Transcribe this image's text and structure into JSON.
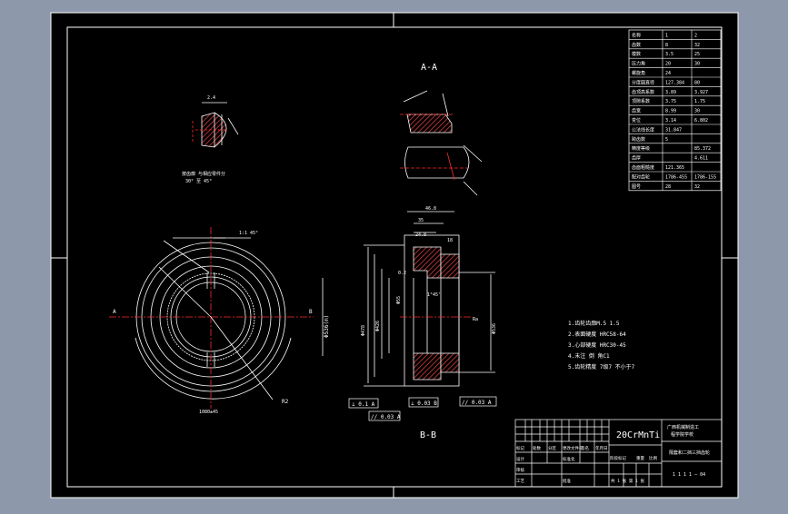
{
  "colors": {
    "background": "#8d99ab",
    "sheet": "#000000",
    "line": "#ffffff",
    "center_line": "#ff2a2a",
    "hatch": "#d23c3c",
    "dimension": "#ffffff"
  },
  "views": {
    "section_aa_label": "A-A",
    "section_bb_label": "B-B",
    "detail_dim_top": "2.4",
    "detail_note_line1": "按齿廓 与相应零件分",
    "detail_note_line2": "30° 至 45°",
    "front_dim_diameter": "Φ536(m)",
    "front_dim_bottom": "1080±45",
    "front_dim_top": "1:1 45°",
    "front_dim_r": "R2",
    "front_mark_a": "A",
    "front_mark_b": "B",
    "sect_dim_top1": "46.8",
    "sect_dim_top2": "35",
    "sect_dim_top3": "24.8",
    "sect_dim_top4": "18",
    "sect_dim_angle": "1°45'",
    "sect_dim_d1": "Φ478",
    "sect_dim_d2": "Φ426",
    "sect_dim_d3": "Φ536",
    "sect_dim_d4": "Φ55",
    "sect_dim_small": "0.2",
    "sect_ra": "Ra",
    "gdt_1": "⊥ 0.1 A",
    "gdt_2": "// 0.03 A",
    "gdt_3": "⊥ 0.03 B",
    "gdt_4": "// 0.03 A"
  },
  "notes": [
    "1.齿轮齿廓M.5 1.5",
    "2.表面硬度 HRC58-64",
    "3.心部硬度 HRC30-45",
    "4.未注 倒 角C1",
    "5.齿轮精度 7级7 不小于7"
  ],
  "param_table": {
    "header": [
      "名称",
      "1",
      "2"
    ],
    "rows": [
      [
        "齿数",
        "8",
        "32"
      ],
      [
        "模数",
        "3.5",
        "25"
      ],
      [
        "压力角",
        "20",
        "30"
      ],
      [
        "螺旋角",
        "24",
        ""
      ],
      [
        "分度圆直径",
        "127.384",
        "80"
      ],
      [
        "齿顶高系数",
        "3.89",
        "3.927"
      ],
      [
        "顶隙系数",
        "3.75",
        "1.75"
      ],
      [
        "齿宽",
        "8.99",
        "30"
      ],
      [
        "变位",
        "3.14",
        "6.802"
      ],
      [
        "公法线长度",
        "31.847",
        ""
      ],
      [
        "跨齿数",
        "5",
        ""
      ],
      [
        "精度等级",
        "",
        "85.372"
      ],
      [
        "齿厚",
        "",
        "4.611"
      ],
      [
        "齿面粗糙度",
        "121.365",
        ""
      ],
      [
        "配对齿轮",
        "1786-455",
        "1786-155"
      ],
      [
        "图号",
        "28",
        "32"
      ]
    ]
  },
  "title_block": {
    "material": "20CrMnTi",
    "school_line1": "广西机械制造工",
    "school_line2": "程学院学校",
    "drawing_name": "隔套和二挡三挡齿轮",
    "drawing_no": "1 1 1 1 — 04",
    "revision_cells": [
      "标记",
      "处数",
      "分区",
      "更改文件号",
      "签名",
      "年月日"
    ],
    "design_label": "设计",
    "standard_label": "标准化",
    "review_label": "审核",
    "process_label": "工艺",
    "approve_label": "批准",
    "stage_label": "阶段标记",
    "weight_label": "重量",
    "scale_label": "比例",
    "sheet_label": "共 1 张 第 1 张"
  }
}
